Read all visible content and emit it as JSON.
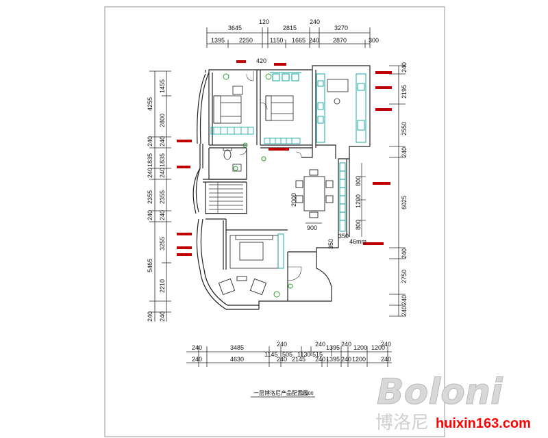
{
  "top_dims": {
    "row1": [
      "3645",
      "120",
      "2815",
      "240",
      "3270"
    ],
    "row2": [
      "1395",
      "2250",
      "1150",
      "1665",
      "240",
      "2870",
      "300"
    ]
  },
  "left_dims": {
    "outer": [
      "4255",
      "240",
      "1835",
      "240",
      "2355",
      "240",
      "5465",
      "240"
    ],
    "inner": [
      "1455",
      "2800",
      "240",
      "1835",
      "240",
      "2355",
      "240",
      "3255",
      "2210",
      "240"
    ]
  },
  "right_dims": [
    "240",
    "2195",
    "2550",
    "240",
    "6025",
    "240",
    "2750",
    "240",
    "240"
  ],
  "interior_dims": {
    "d420": "420",
    "d2000": "2000",
    "d900": "900",
    "d800a": "800",
    "d1200": "1200",
    "d800b": "800",
    "d350a": "350",
    "d350b": "350",
    "wall_note": "46mm"
  },
  "bottom_dims": {
    "row1": [
      "240",
      "3485",
      "240",
      "1145",
      "505",
      "1130",
      "515",
      "240",
      "1395",
      "240",
      "1200",
      "1200",
      "240"
    ],
    "row2": [
      "240",
      "4630",
      "240",
      "2145",
      "240",
      "1395",
      "240",
      "1200",
      "240"
    ]
  },
  "title": {
    "text": "一层博洛尼产品配置图",
    "scale": "1:100"
  },
  "watermark": {
    "brand": "Boloni",
    "chinese": "博洛尼",
    "site": "huixin163.com"
  },
  "colors": {
    "line": "#222222",
    "furniture_accent": "#00a0a0",
    "plant": "#2aa02a",
    "label_red": "#c00000",
    "site_red": "#ff0000"
  }
}
